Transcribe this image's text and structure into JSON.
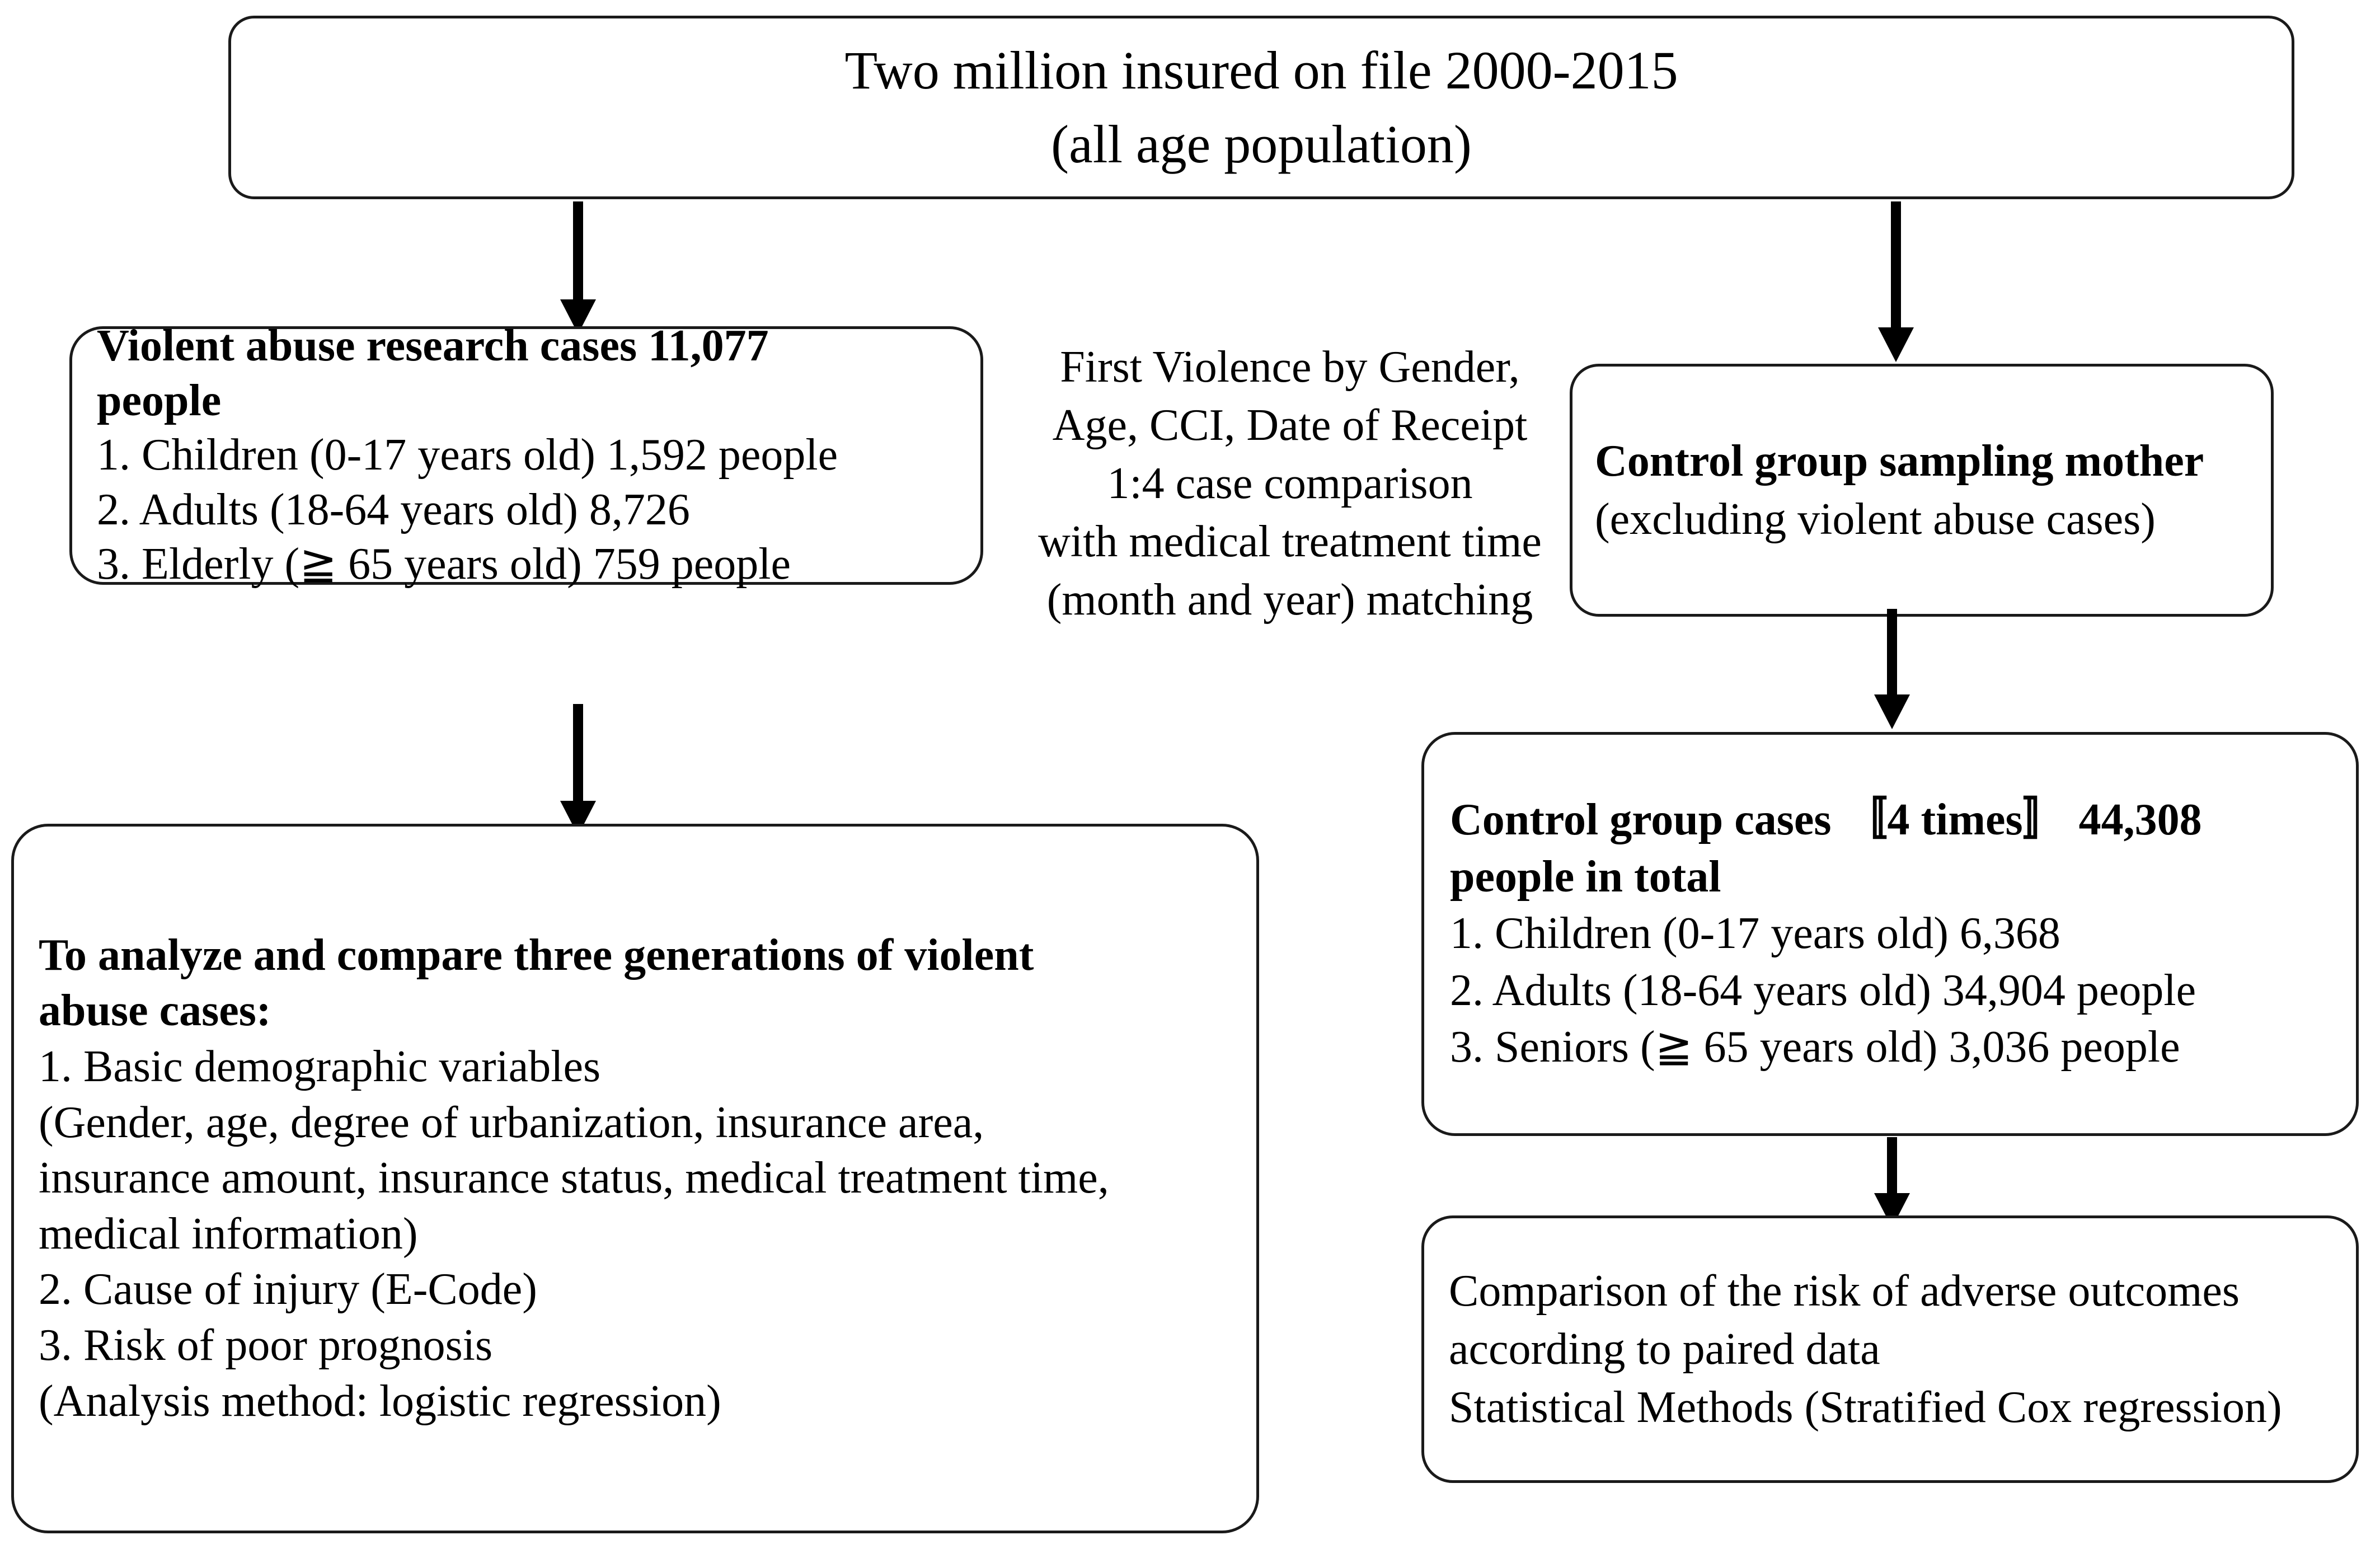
{
  "diagram": {
    "title_node": {
      "name": "study-cohort",
      "lines": [
        "Two million insured on file 2000-2015",
        "(all age population)"
      ]
    },
    "case_node": {
      "name": "violent-abuse-cases",
      "lines": [
        "Violent abuse research cases 11,077",
        "people",
        "1. Children (0-17 years old) 1,592 people",
        "2. Adults (18-64 years old) 8,726",
        "3. Elderly (≧ 65 years old) 759 people"
      ],
      "bold_lines": [
        0,
        1
      ],
      "total": "11,077",
      "breakdown": [
        {
          "group": "Children (0-17 years old)",
          "count": "1,592"
        },
        {
          "group": "Adults (18-64 years old)",
          "count": "8,726"
        },
        {
          "group": "Elderly (≧ 65 years old)",
          "count": "759"
        }
      ]
    },
    "matching_note": {
      "name": "matching-criteria",
      "lines": [
        "First Violence by Gender,",
        "Age, CCI, Date of Receipt",
        "1:4 case comparison",
        "with medical treatment time",
        "(month and year) matching"
      ],
      "ratio": "1:4"
    },
    "control_source_node": {
      "name": "control-group-sampling",
      "lines": [
        "Control group sampling mother",
        "(excluding violent abuse cases)"
      ],
      "bold_lines": [
        0
      ]
    },
    "control_cases_node": {
      "name": "control-group-cases",
      "lines": [
        "Control group cases 〚4 times〛 44,308",
        "people in total",
        "1. Children (0-17 years old) 6,368",
        "2. Adults (18-64 years old) 34,904 people",
        "3. Seniors (≧ 65 years old) 3,036 people"
      ],
      "bold_lines": [
        0,
        1
      ],
      "total": "44,308",
      "multiplier": "4 times",
      "breakdown": [
        {
          "group": "Children (0-17 years old)",
          "count": "6,368"
        },
        {
          "group": "Adults (18-64 years old)",
          "count": "34,904"
        },
        {
          "group": "Seniors (≧ 65 years old)",
          "count": "3,036"
        }
      ]
    },
    "analysis_node": {
      "name": "analysis-plan",
      "lines": [
        "To analyze and compare three generations of violent",
        "abuse cases:",
        "1. Basic demographic variables",
        "(Gender, age, degree of urbanization, insurance area,",
        "insurance amount, insurance status, medical treatment time,",
        "medical information)",
        "2. Cause of injury (E-Code)",
        "3. Risk of poor prognosis",
        "(Analysis method: logistic regression)"
      ],
      "bold_lines": [
        0,
        1
      ]
    },
    "outcome_node": {
      "name": "outcome-comparison",
      "lines": [
        "Comparison of the risk of adverse outcomes",
        "according to paired data",
        "Statistical Methods (Stratified Cox regression)"
      ],
      "bold_lines": []
    }
  },
  "colors": {
    "border": "#1a1a1a",
    "arrow": "#000000",
    "background": "#ffffff",
    "text": "#000000"
  }
}
